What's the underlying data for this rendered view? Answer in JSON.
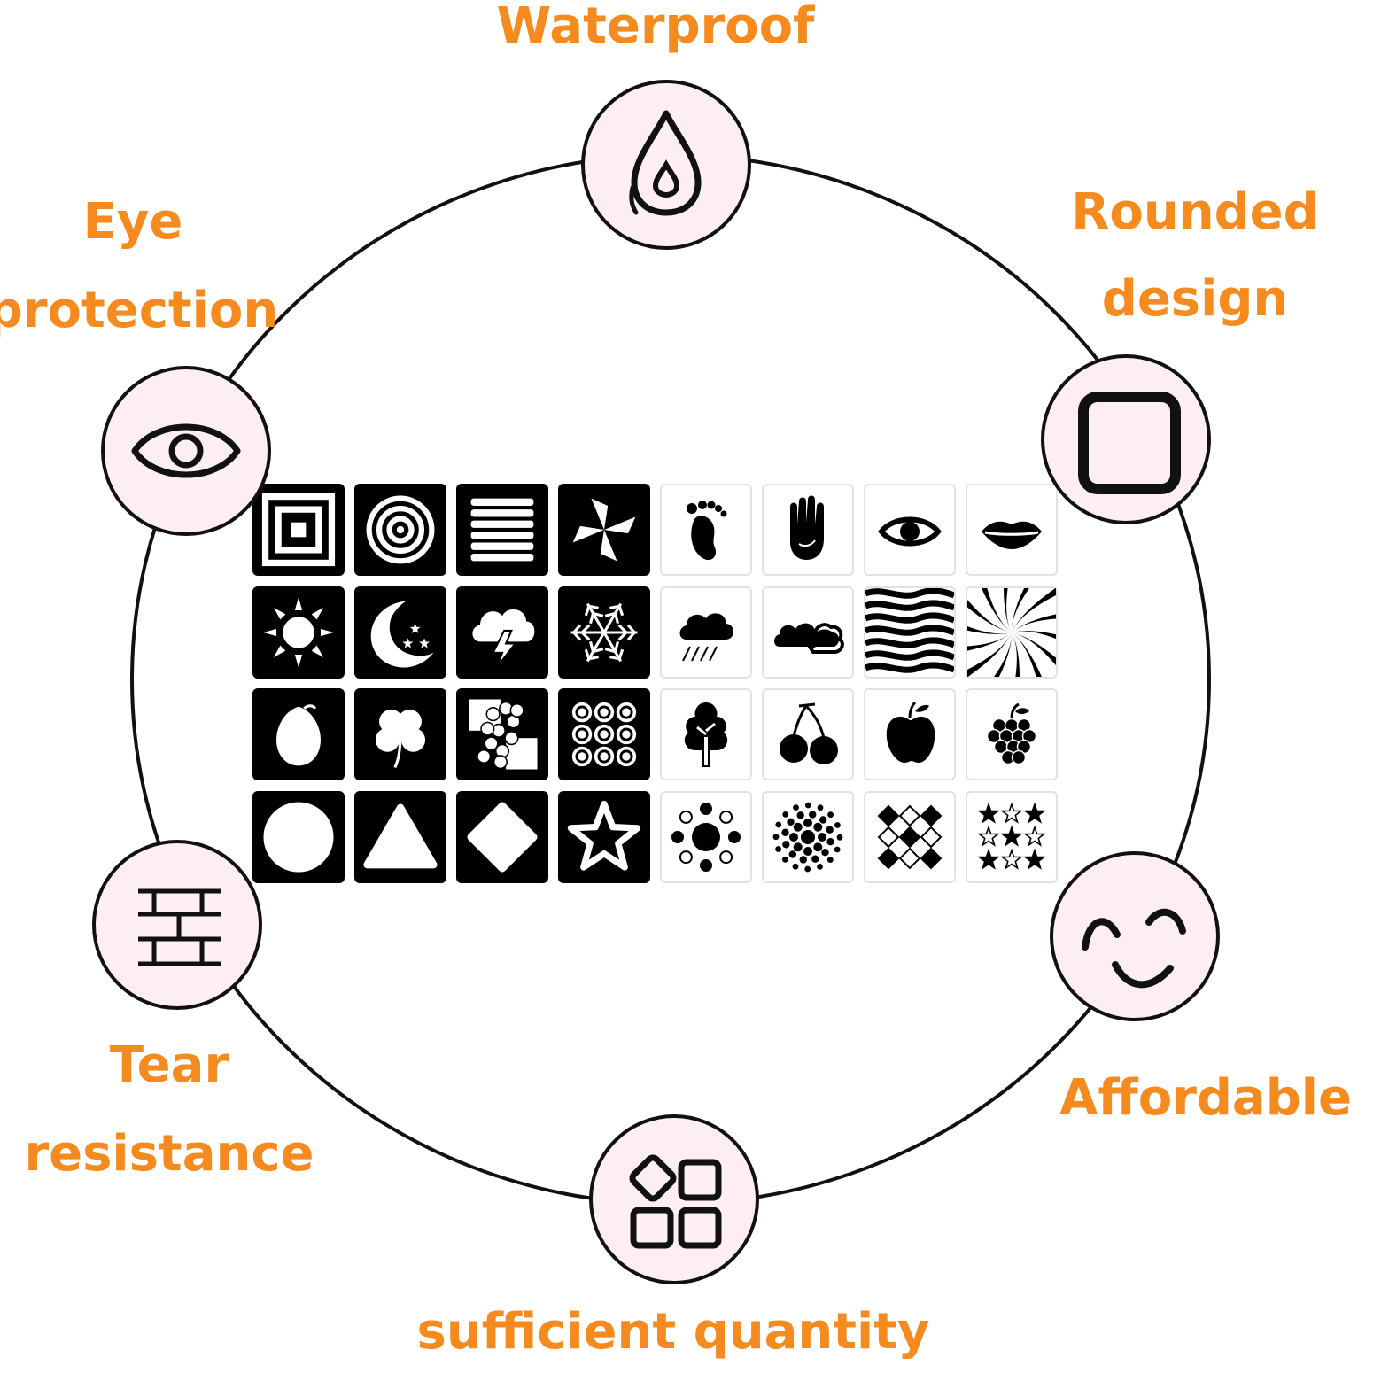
{
  "features": [
    {
      "id": "waterproof",
      "label_lines": [
        "Waterproof"
      ],
      "icon": "water-drop-icon"
    },
    {
      "id": "rounded-design",
      "label_lines": [
        "Rounded",
        "design"
      ],
      "icon": "rounded-square-icon"
    },
    {
      "id": "affordable",
      "label_lines": [
        "Affordable"
      ],
      "icon": "smiley-face-icon"
    },
    {
      "id": "sufficient-quantity",
      "label_lines": [
        "sufficient quantity"
      ],
      "icon": "app-blocks-icon"
    },
    {
      "id": "tear-resistance",
      "label_lines": [
        "Tear",
        "resistance"
      ],
      "icon": "brick-wall-icon"
    },
    {
      "id": "eye-protection",
      "label_lines": [
        "Eye",
        "protection"
      ],
      "icon": "eye-icon"
    }
  ],
  "colors": {
    "label": "#f58a1f",
    "node_fill": "#fdeef3",
    "stroke": "#111111"
  },
  "cards": [
    {
      "style": "black",
      "icon": "concentric-squares-icon"
    },
    {
      "style": "black",
      "icon": "concentric-circles-icon"
    },
    {
      "style": "black",
      "icon": "stripes-icon"
    },
    {
      "style": "black",
      "icon": "pinwheel-icon"
    },
    {
      "style": "white",
      "icon": "footprint-icon"
    },
    {
      "style": "white",
      "icon": "hand-icon"
    },
    {
      "style": "white",
      "icon": "eye-icon"
    },
    {
      "style": "white",
      "icon": "lips-icon"
    },
    {
      "style": "black",
      "icon": "sun-icon"
    },
    {
      "style": "black",
      "icon": "moon-stars-icon"
    },
    {
      "style": "black",
      "icon": "thunder-cloud-icon"
    },
    {
      "style": "black",
      "icon": "snowflake-icon"
    },
    {
      "style": "white",
      "icon": "rain-cloud-icon"
    },
    {
      "style": "white",
      "icon": "clouds-icon"
    },
    {
      "style": "white",
      "icon": "waves-icon"
    },
    {
      "style": "white",
      "icon": "swirl-icon"
    },
    {
      "style": "black",
      "icon": "lemon-icon"
    },
    {
      "style": "black",
      "icon": "clover-icon"
    },
    {
      "style": "black",
      "icon": "dots-pattern-icon"
    },
    {
      "style": "black",
      "icon": "ring-grid-icon"
    },
    {
      "style": "white",
      "icon": "tree-icon"
    },
    {
      "style": "white",
      "icon": "cherries-icon"
    },
    {
      "style": "white",
      "icon": "apple-icon"
    },
    {
      "style": "white",
      "icon": "grapes-icon"
    },
    {
      "style": "black",
      "icon": "circle-shape-icon"
    },
    {
      "style": "black",
      "icon": "triangle-shape-icon"
    },
    {
      "style": "black",
      "icon": "diamond-shape-icon"
    },
    {
      "style": "black",
      "icon": "star-shape-icon"
    },
    {
      "style": "white",
      "icon": "dot-flower-icon"
    },
    {
      "style": "white",
      "icon": "dot-burst-icon"
    },
    {
      "style": "white",
      "icon": "diamond-grid-icon"
    },
    {
      "style": "white",
      "icon": "star-grid-icon"
    }
  ]
}
